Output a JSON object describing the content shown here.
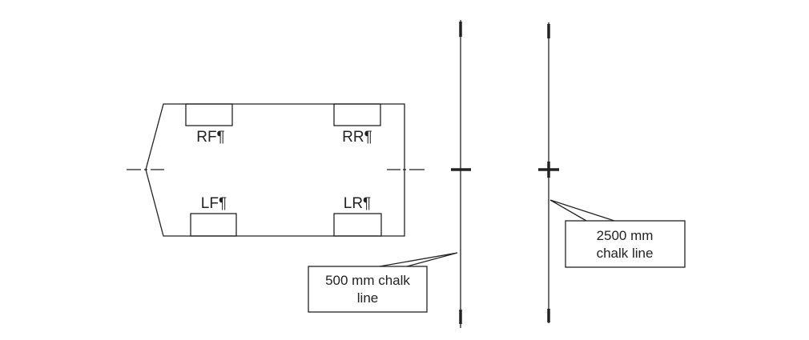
{
  "wheels": {
    "right_front": "RF¶",
    "right_rear": "RR¶",
    "left_front": "LF¶",
    "left_rear": "LR¶"
  },
  "callouts": {
    "line_500": "500 mm chalk line",
    "line_2500": "2500 mm chalk line"
  },
  "colors": {
    "stroke": "#222222"
  }
}
